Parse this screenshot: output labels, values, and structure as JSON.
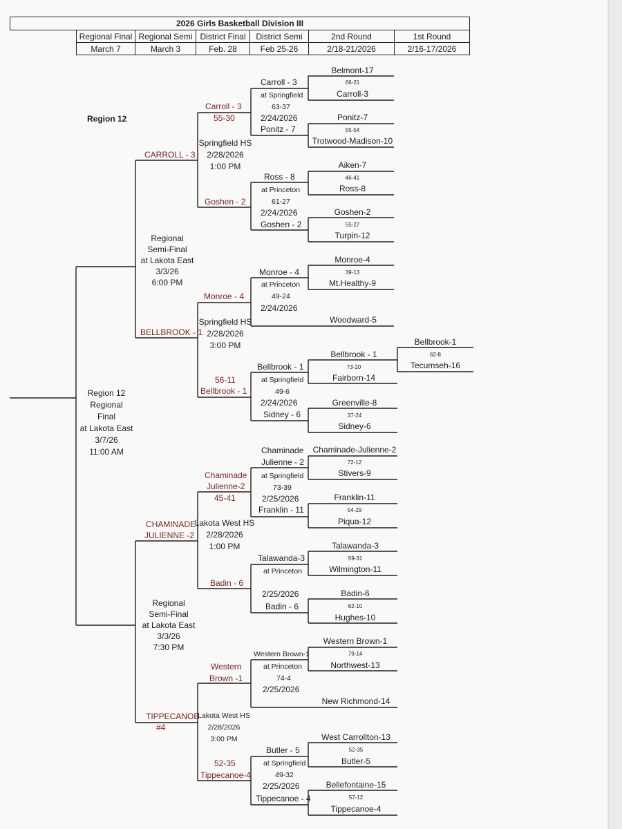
{
  "header": {
    "title": "2026 Girls Basketball Division III",
    "rounds": [
      {
        "name": "Regional Final",
        "date": "March 7"
      },
      {
        "name": "Regional Semi",
        "date": "March 3"
      },
      {
        "name": "District Final",
        "date": "Feb. 28"
      },
      {
        "name": "District Semi",
        "date": "Feb 25-26"
      },
      {
        "name": "2nd Round",
        "date": "2/18-21/2026"
      },
      {
        "name": "1st Round",
        "date": "2/16-17/2026"
      }
    ]
  },
  "region_label": "Region 12",
  "regional_final": {
    "lines": [
      "Region 12",
      "Regional",
      "Final",
      "at Lakota East",
      "3/7/26",
      "11:00 AM"
    ]
  },
  "regional_semi_top": {
    "lines": [
      "Regional",
      "Semi-Final",
      "at Lakota East",
      "3/3/26",
      "6:00 PM"
    ]
  },
  "regional_semi_bottom": {
    "lines": [
      "Regional",
      "Semi-Final",
      "at Lakota East",
      "3/3/26",
      "7:30 PM"
    ]
  },
  "regional_semi_teams": [
    "CARROLL - 3",
    "BELLBROOK - 1",
    "CHAMINADE",
    "JULIENNE -2",
    "TIPPECANOE",
    "#4"
  ],
  "district_finals": [
    {
      "venue": "Springfield HS",
      "date": "2/28/2026",
      "time": "1:00 PM"
    },
    {
      "venue": "Springfield HS",
      "date": "2/28/2026",
      "time": "3:00 PM"
    },
    {
      "venue": "Lakota West HS",
      "date": "2/28/2026",
      "time": "1:00 PM"
    },
    {
      "venue": "Lakota West HS",
      "date": "2/28/2026",
      "time": "3:00 PM"
    }
  ],
  "district_final_teams": {
    "g1_top": "Carroll - 3",
    "g1_score": "55-30",
    "g1_bottom": "Goshen - 2",
    "g2_top": "Monroe - 4",
    "g2_score": "56-11",
    "g2_bottom": "Bellbrook - 1",
    "g3_top_1": "Chaminade",
    "g3_top_2": "Julienne-2",
    "g3_score": "45-41",
    "g3_bottom": "Badin - 6",
    "g4_top_1": "Western",
    "g4_top_2": "Brown -1",
    "g4_score": "52-35",
    "g4_bottom": "Tippecanoe-4"
  },
  "district_semis": {
    "s1": {
      "top": "Carroll - 3",
      "venue": "at Springfield",
      "score": "63-37",
      "date": "2/24/2026",
      "bottom": "Ponitz - 7"
    },
    "s2": {
      "top": "Ross - 8",
      "venue": "at Princeton",
      "score": "61-27",
      "date": "2/24/2026",
      "bottom": "Goshen - 2"
    },
    "s3": {
      "top": "Monroe - 4",
      "venue": "at Princeton",
      "score": "49-24",
      "date": "2/24/2026"
    },
    "s4": {
      "top": "Bellbrook - 1",
      "venue": "at Springfield",
      "score": "49-6",
      "date": "2/24/2026",
      "bottom": "Sidney - 6"
    },
    "s5": {
      "top_1": "Chaminade",
      "top_2": "Julienne - 2",
      "venue": "at Springfield",
      "score": "73-39",
      "date": "2/25/2026",
      "bottom": "Franklin - 11"
    },
    "s6": {
      "top": "Talawanda-3",
      "venue": "at Princeton",
      "date": "2/25/2026",
      "bottom": "Badin - 6"
    },
    "s7": {
      "top": "Western Brown-1",
      "venue": "at Princeton",
      "score": "74-4",
      "date": "2/25/2026"
    },
    "s8": {
      "top": "Butler - 5",
      "venue": "at Springfield",
      "score": "49-32",
      "date": "2/25/2026",
      "bottom": "Tippecanoe - 4"
    }
  },
  "second_round": [
    {
      "top": "Belmont-17",
      "score": "66-21",
      "bottom": "Carroll-3"
    },
    {
      "top": "Ponitz-7",
      "score": "55-54",
      "bottom": "Trotwood-Madison-10"
    },
    {
      "top": "Aiken-7",
      "score": "46-41",
      "bottom": "Ross-8"
    },
    {
      "top": "Goshen-2",
      "score": "55-27",
      "bottom": "Turpin-12"
    },
    {
      "top": "Monroe-4",
      "score": "39-13",
      "bottom": "Mt.Healthy-9"
    },
    {
      "single": "Woodward-5"
    },
    {
      "top": "Bellbrook - 1",
      "score": "73-20",
      "bottom": "Fairborn-14"
    },
    {
      "top": "Greenville-8",
      "score": "37-24",
      "bottom": "Sidney-6"
    },
    {
      "top": "Chaminade-Julienne-2",
      "score": "72-12",
      "bottom": "Stivers-9"
    },
    {
      "top": "Franklin-11",
      "score": "54-29",
      "bottom": "Piqua-12"
    },
    {
      "top": "Talawanda-3",
      "score": "59-31",
      "bottom": "Wilmington-11"
    },
    {
      "top": "Badin-6",
      "score": "62-10",
      "bottom": "Hughes-10"
    },
    {
      "top": "Western Brown-1",
      "score": "79-14",
      "bottom": "Northwest-13"
    },
    {
      "single": "New Richmond-14"
    },
    {
      "top": "West Carrollton-13",
      "score": "52-35",
      "bottom": "Butler-5"
    },
    {
      "top": "Bellefontaine-15",
      "score": "57-12",
      "bottom": "Tippecanoe-4"
    }
  ],
  "first_round": {
    "top": "Bellbrook-1",
    "score": "62-8",
    "bottom": "Tecumseh-16"
  }
}
